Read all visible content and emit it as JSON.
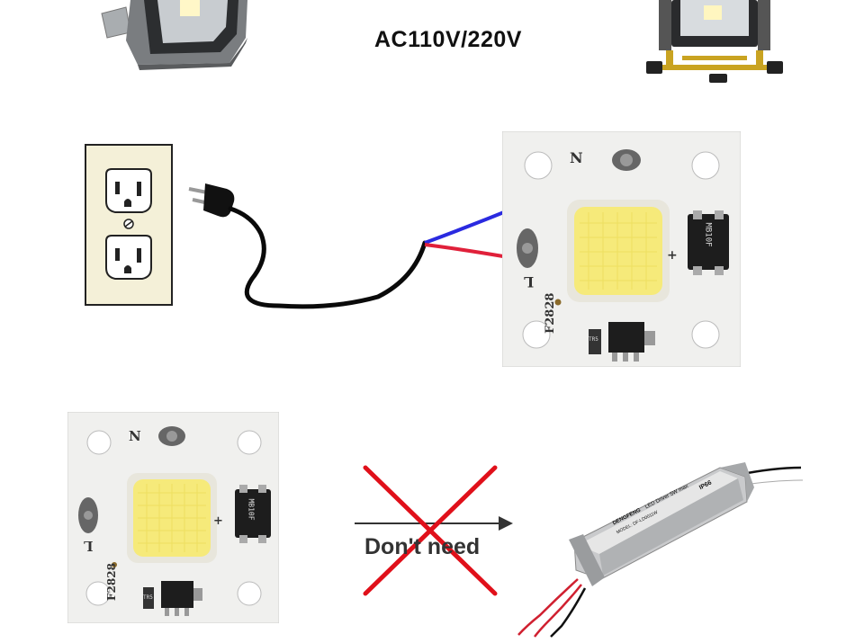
{
  "header": {
    "voltage_label": "AC110V/220V"
  },
  "module_top": {
    "neutral_label": "N",
    "live_label": "L",
    "plus_label": "+",
    "board_code": "F2828",
    "bridge_code": "MB10F",
    "resistor_code": "TR5"
  },
  "module_bottom": {
    "neutral_label": "N",
    "live_label": "L",
    "plus_label": "+",
    "board_code": "F2828",
    "bridge_code": "MB10F",
    "resistor_code": "TR5"
  },
  "driver_panel": {
    "message": "Don't need",
    "brand": "DENGFENG",
    "product": "LED Driver 5W max",
    "rating": "IP66",
    "model": "MODEL: DF-LD0011W"
  },
  "colors": {
    "wire_neutral": "#2a2ae0",
    "wire_live": "#e0203a",
    "cross": "#e0101a",
    "led": "#f6ea7a",
    "board": "#f0f0ee"
  }
}
